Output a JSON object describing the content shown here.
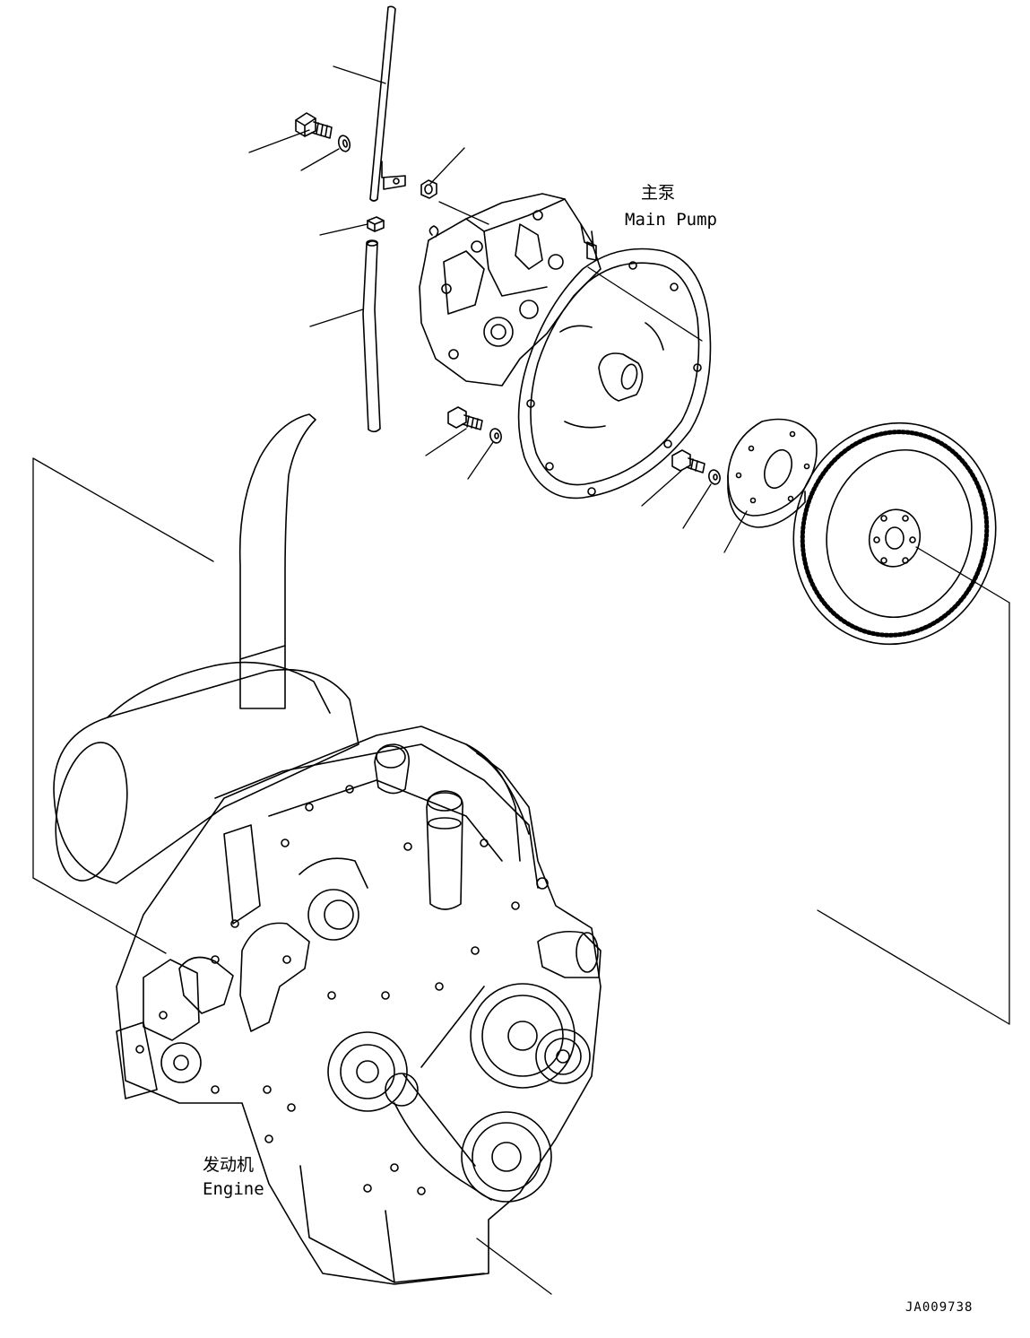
{
  "labels": {
    "main_pump_cn": "主泵",
    "main_pump_en": "Main Pump",
    "engine_cn": "发动机",
    "engine_en": "Engine",
    "drawing_code": "JA009738"
  },
  "colors": {
    "line": "#000000",
    "background": "#ffffff"
  },
  "parts": [
    "tube-upper",
    "tube-lower",
    "clamp-nut",
    "bolt-upper",
    "washer-upper",
    "nut-upper",
    "main-pump",
    "bolt-pump",
    "washer-pump",
    "bolt-coupling",
    "washer-coupling",
    "coupling-damper",
    "flywheel",
    "engine"
  ]
}
